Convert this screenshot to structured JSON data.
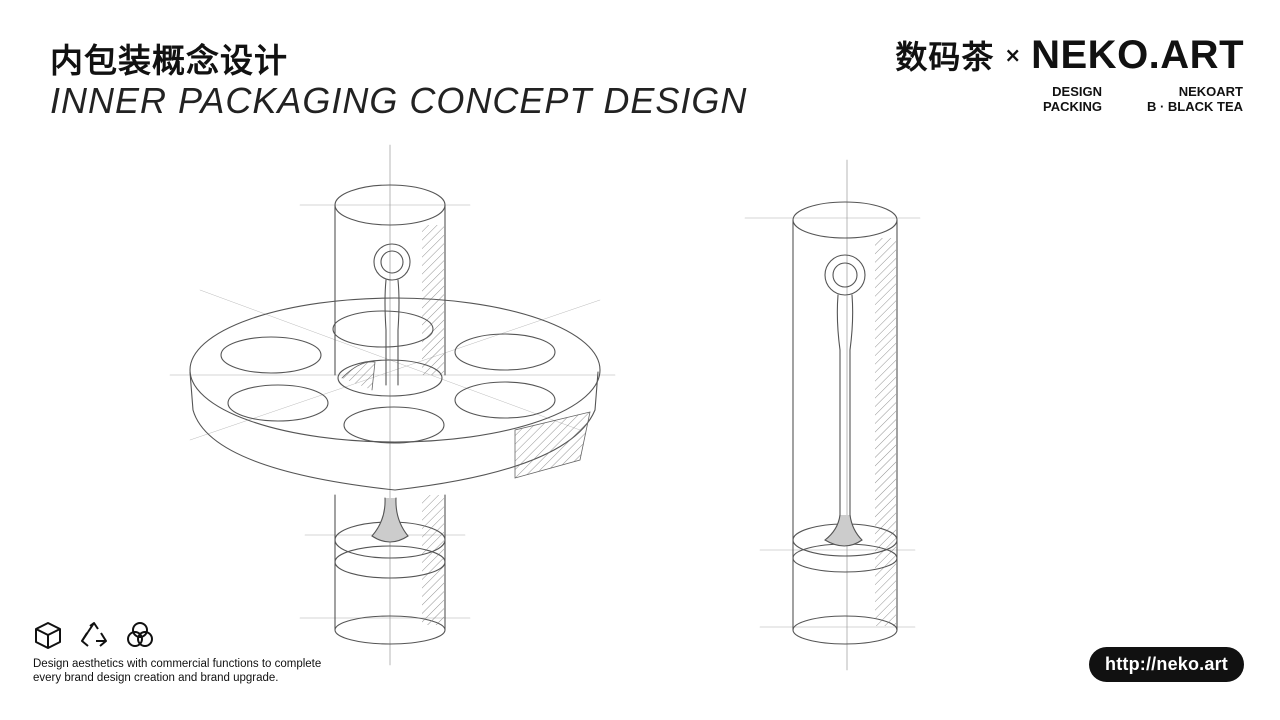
{
  "header": {
    "title_cn": "内包装概念设计",
    "title_en": "INNER PACKAGING CONCEPT DESIGN"
  },
  "brand": {
    "name_cn": "数码茶",
    "separator": "×",
    "name_en": "NEKO.ART",
    "tag_left_line1": "DESIGN",
    "tag_left_line2": "PACKING",
    "tag_right_line1": "NEKOART",
    "tag_right_line2": "B · BLACK TEA"
  },
  "footer": {
    "icons": [
      "box-icon",
      "recycle-icon",
      "circles-icon"
    ],
    "tagline_line1": "Design aesthetics with commercial functions to complete",
    "tagline_line2": "every brand design creation and brand upgrade.",
    "url": "http://neko.art"
  },
  "colors": {
    "ink": "#111111",
    "pencil": "#555555",
    "background": "#ffffff"
  }
}
